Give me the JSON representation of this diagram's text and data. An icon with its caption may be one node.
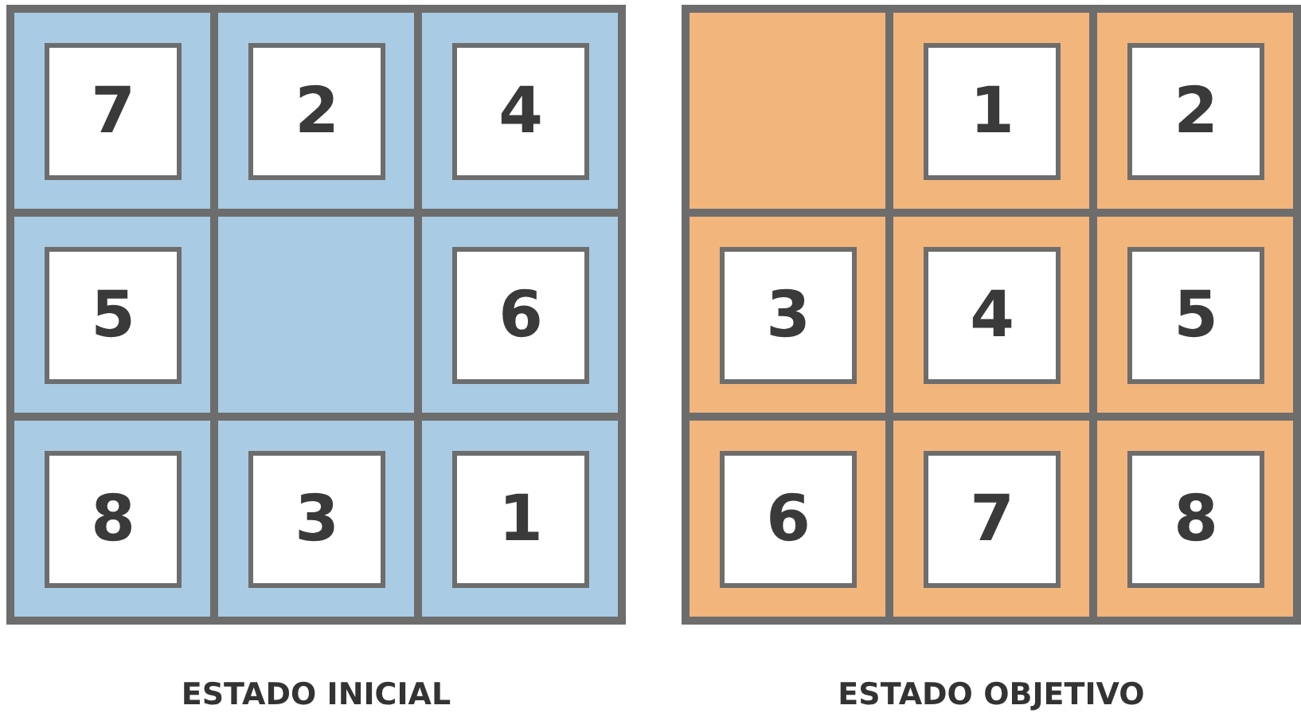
{
  "diagram": {
    "nodes": [
      {
        "text": [
          "ESTADO INICIAL"
        ]
      },
      {
        "text": [
          "7"
        ],
        "in": 0
      },
      {
        "text": [
          "2"
        ],
        "in": 0
      },
      {
        "text": [
          "4"
        ],
        "in": 0
      },
      {
        "text": [
          "5"
        ],
        "in": 0
      },
      {
        "text": [],
        "shape": "box",
        "in": 0
      },
      {
        "text": [
          "6"
        ],
        "in": 0
      },
      {
        "text": [
          "8"
        ],
        "in": 0
      },
      {
        "text": [
          "3"
        ],
        "in": 0
      },
      {
        "text": [
          "1"
        ],
        "in": 0
      },
      {
        "text": [
          "ESTADO OBJETIVO"
        ]
      },
      {
        "text": [],
        "shape": "box",
        "in": 10
      },
      {
        "text": [
          "1"
        ],
        "in": 10
      },
      {
        "text": [
          "2"
        ],
        "in": 10
      },
      {
        "text": [
          "3"
        ],
        "in": 10
      },
      {
        "text": [
          "4"
        ],
        "in": 10
      },
      {
        "text": [
          "5"
        ],
        "in": 10
      },
      {
        "text": [
          "6"
        ],
        "in": 10
      },
      {
        "text": [
          "7"
        ],
        "in": 10
      },
      {
        "text": [
          "8"
        ],
        "in": 10
      }
    ],
    "edges": []
  }
}
